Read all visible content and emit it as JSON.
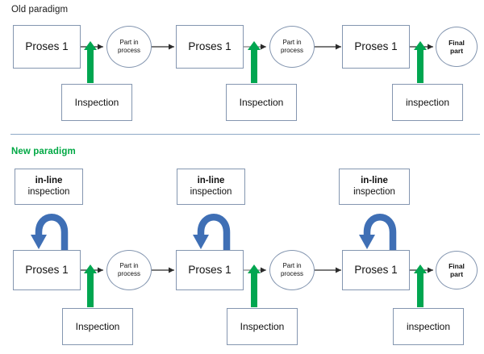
{
  "figure": {
    "title_old": "Old paradigm",
    "title_new": "New paradigm",
    "colors": {
      "node_border": "#8496b0",
      "divider": "#8ea9c6",
      "green_arrow": "#00a650",
      "blue_arrow": "#3f6fb5",
      "black_arrow": "#2b2b2b",
      "new_paradigm_text": "#00a844",
      "old_paradigm_text": "#1a1a1a"
    }
  },
  "old_paradigm": {
    "label": "Old paradigm",
    "process_nodes": [
      {
        "label": "Proses 1"
      },
      {
        "label": "Proses 1"
      },
      {
        "label": "Proses 1"
      }
    ],
    "buffer_nodes": [
      {
        "line1": "Part in",
        "line2": "process"
      },
      {
        "line1": "Part in",
        "line2": "process"
      }
    ],
    "output_node": {
      "line1": "Final",
      "line2": "part"
    },
    "inspection_nodes": [
      {
        "label": "Inspection"
      },
      {
        "label": "Inspection"
      },
      {
        "label": "inspection"
      }
    ]
  },
  "new_paradigm": {
    "label": "New paradigm",
    "inline_inspection_nodes": [
      {
        "line1": "in-line",
        "line2": "inspection"
      },
      {
        "line1": "in-line",
        "line2": "inspection"
      },
      {
        "line1": "in-line",
        "line2": "inspection"
      }
    ],
    "process_nodes": [
      {
        "label": "Proses 1"
      },
      {
        "label": "Proses 1"
      },
      {
        "label": "Proses 1"
      }
    ],
    "buffer_nodes": [
      {
        "line1": "Part in",
        "line2": "process"
      },
      {
        "line1": "Part in",
        "line2": "process"
      }
    ],
    "output_node": {
      "line1": "Final",
      "line2": "part"
    },
    "inspection_nodes": [
      {
        "label": "Inspection"
      },
      {
        "label": "Inspection"
      },
      {
        "label": "inspection"
      }
    ]
  }
}
